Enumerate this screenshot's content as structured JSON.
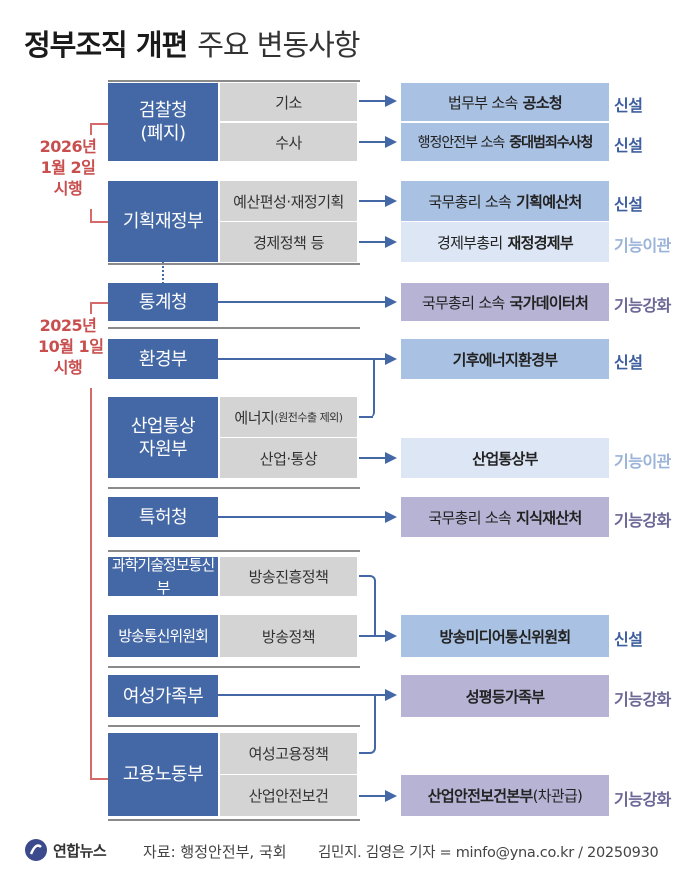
{
  "title": {
    "bold": "정부조직 개편",
    "normal": "주요 변동사항"
  },
  "side_labels": {
    "group2026": {
      "line1": "2026년",
      "line2": "1월 2일",
      "line3": "시행"
    },
    "group2025": {
      "line1": "2025년",
      "line2": "10월 1일",
      "line3": "시행"
    }
  },
  "orgs": {
    "prosecution": {
      "line1": "검찰청",
      "line2": "(폐지)"
    },
    "finance": "기획재정부",
    "statistics": "통계청",
    "environment": "환경부",
    "industry": {
      "line1": "산업통상",
      "line2": "자원부"
    },
    "patent": "특허청",
    "science": "과학기술정보통신부",
    "broadcast_comm": "방송통신위원회",
    "gender": "여성가족부",
    "labor": "고용노동부"
  },
  "functions": {
    "indictment": "기소",
    "investigation": "수사",
    "budget": "예산편성·재정기획",
    "economic_policy": "경제정책 등",
    "energy": "에너지",
    "energy_note": "(원전수출 제외)",
    "trade": "산업·통상",
    "broadcast_promo": "방송진흥정책",
    "broadcast_policy": "방송정책",
    "women_employment": "여성고용정책",
    "industrial_safety": "산업안전보건"
  },
  "results": {
    "r1": {
      "prefix": "법무부 소속",
      "name": "공소청"
    },
    "r2": {
      "prefix": "행정안전부 소속",
      "name": "중대범죄수사청"
    },
    "r3": {
      "prefix": "국무총리 소속",
      "name": "기획예산처"
    },
    "r4": {
      "prefix": "경제부총리",
      "name": "재정경제부"
    },
    "r5": {
      "prefix": "국무총리 소속",
      "name": "국가데이터처"
    },
    "r6": {
      "name": "기후에너지환경부"
    },
    "r7": {
      "name": "산업통상부"
    },
    "r8": {
      "prefix": "국무총리 소속",
      "name": "지식재산처"
    },
    "r9": {
      "name": "방송미디어통신위원회"
    },
    "r10": {
      "name": "성평등가족부"
    },
    "r11": {
      "name": "산업안전보건본부",
      "suffix": "(차관급)"
    }
  },
  "statuses": {
    "s1": "신설",
    "s2": "신설",
    "s3": "신설",
    "s4": "기능이관",
    "s5": "기능강화",
    "s6": "신설",
    "s7": "기능이관",
    "s8": "기능강화",
    "s9": "신설",
    "s10": "기능강화",
    "s11": "기능강화"
  },
  "colors": {
    "org": "#4468a6",
    "function": "#d4d4d4",
    "result_blue": "#a9c1e2",
    "result_light": "#dde6f4",
    "result_purple": "#b7b3d4",
    "side_label": "#c94f4f",
    "status_new": "#3e5f9f",
    "status_move": "#9ab3d8",
    "status_strong": "#6c6796"
  },
  "footer": {
    "logo": "연합뉴스",
    "source": "자료: 행정안전부, 국회",
    "credit": "김민지. 김영은 기자 = minfo@yna.co.kr / 20250930"
  }
}
